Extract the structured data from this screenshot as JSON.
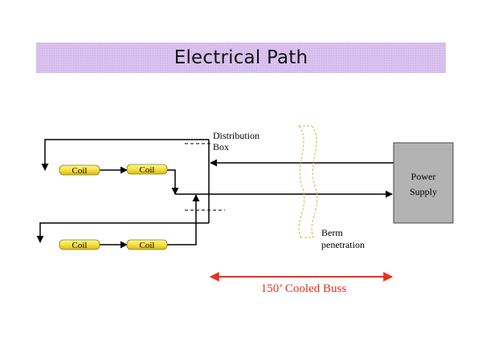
{
  "title": "Electrical Path",
  "coils": [
    "Coil",
    "Coil",
    "Coil",
    "Coil"
  ],
  "distribution_box": {
    "line1": "Distribution",
    "line2": "Box"
  },
  "power_supply": {
    "line1": "Power",
    "line2": "Supply"
  },
  "berm": {
    "line1": "Berm",
    "line2": "penetration"
  },
  "buss_label": "150’ Cooled Buss",
  "colors": {
    "title_bg": "#d9c2ee",
    "coil_fill": "#f7e23a",
    "power_supply_fill": "#b3b3b3",
    "berm_stroke": "#e0b040",
    "buss_arrow": "#e8321c"
  }
}
